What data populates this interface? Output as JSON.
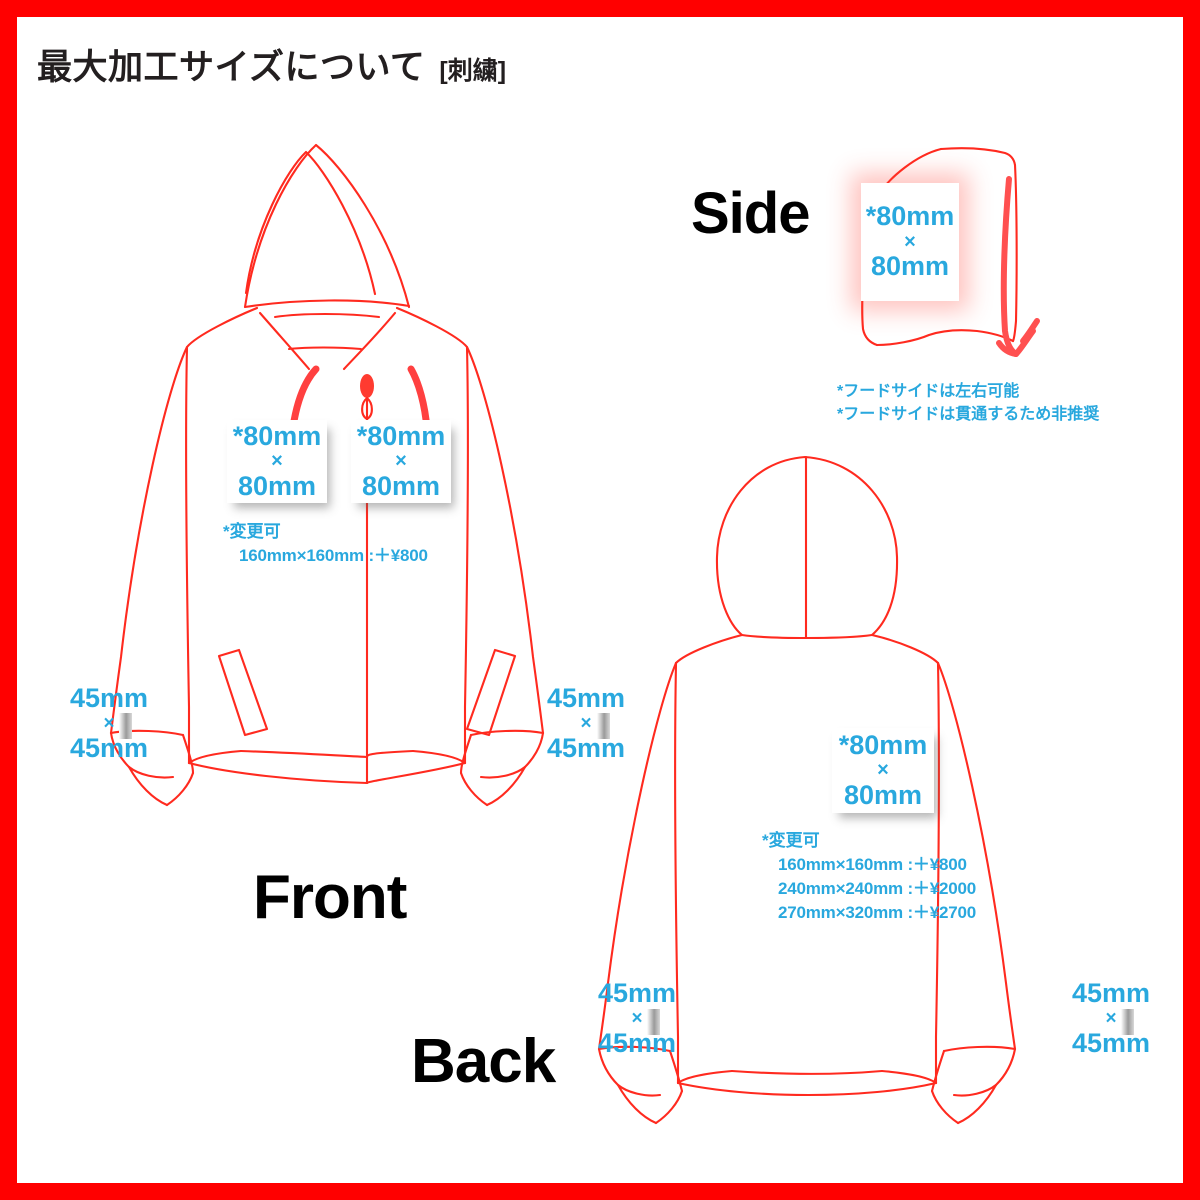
{
  "page": {
    "border_color": "#ff0000",
    "background": "#ffffff",
    "accent_blue": "#29a8de",
    "line_red": "#ff2a1f"
  },
  "header": {
    "title": "最大加工サイズについて",
    "tag": "[刺繍]"
  },
  "views": {
    "front_label": "Front",
    "back_label": "Back",
    "side_label": "Side"
  },
  "front": {
    "chest_left": {
      "line1": "*80mm",
      "line2": "×",
      "line3": "80mm"
    },
    "chest_right": {
      "line1": "*80mm",
      "line2": "×",
      "line3": "80mm"
    },
    "note": {
      "head": "*変更可",
      "rows": [
        "160mm×160mm :＋¥800"
      ]
    },
    "cuff_left": {
      "line1": "45mm",
      "line2": "×",
      "line3": "45mm"
    },
    "cuff_right": {
      "line1": "45mm",
      "line2": "×",
      "line3": "45mm"
    }
  },
  "back": {
    "center": {
      "line1": "*80mm",
      "line2": "×",
      "line3": "80mm"
    },
    "note": {
      "head": "*変更可",
      "rows": [
        "160mm×160mm :＋¥800",
        "240mm×240mm :＋¥2000",
        "270mm×320mm :＋¥2700"
      ]
    },
    "cuff_left": {
      "line1": "45mm",
      "line2": "×",
      "line3": "45mm"
    },
    "cuff_right": {
      "line1": "45mm",
      "line2": "×",
      "line3": "45mm"
    }
  },
  "side": {
    "hood": {
      "line1": "*80mm",
      "line2": "×",
      "line3": "80mm"
    },
    "notes": [
      "*フードサイドは左右可能",
      "*フードサイドは貫通するため非推奨"
    ]
  }
}
